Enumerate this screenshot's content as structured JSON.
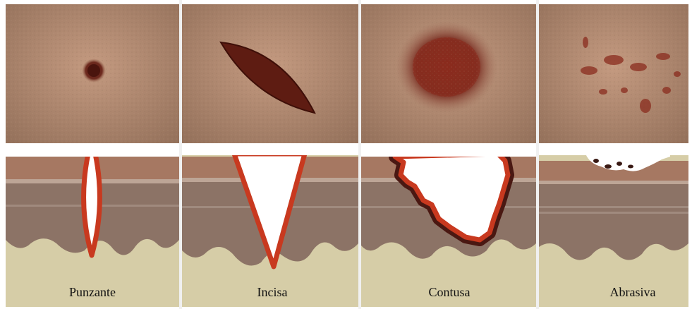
{
  "figure": {
    "panels": [
      {
        "id": "punzante",
        "label": "Punzante"
      },
      {
        "id": "incisa",
        "label": "Incisa"
      },
      {
        "id": "contusa",
        "label": "Contusa"
      },
      {
        "id": "abrasiva",
        "label": "Abrasiva"
      }
    ],
    "colors": {
      "skin_surface": "#b08a70",
      "skin_dark": "#8a6450",
      "epidermis": "#a97d66",
      "dermis": "#8c7366",
      "subcutis": "#d9cfa6",
      "wound_edge": "#c8391f",
      "wound_dark": "#5a1e14",
      "divider": "#f0f0f0"
    }
  }
}
